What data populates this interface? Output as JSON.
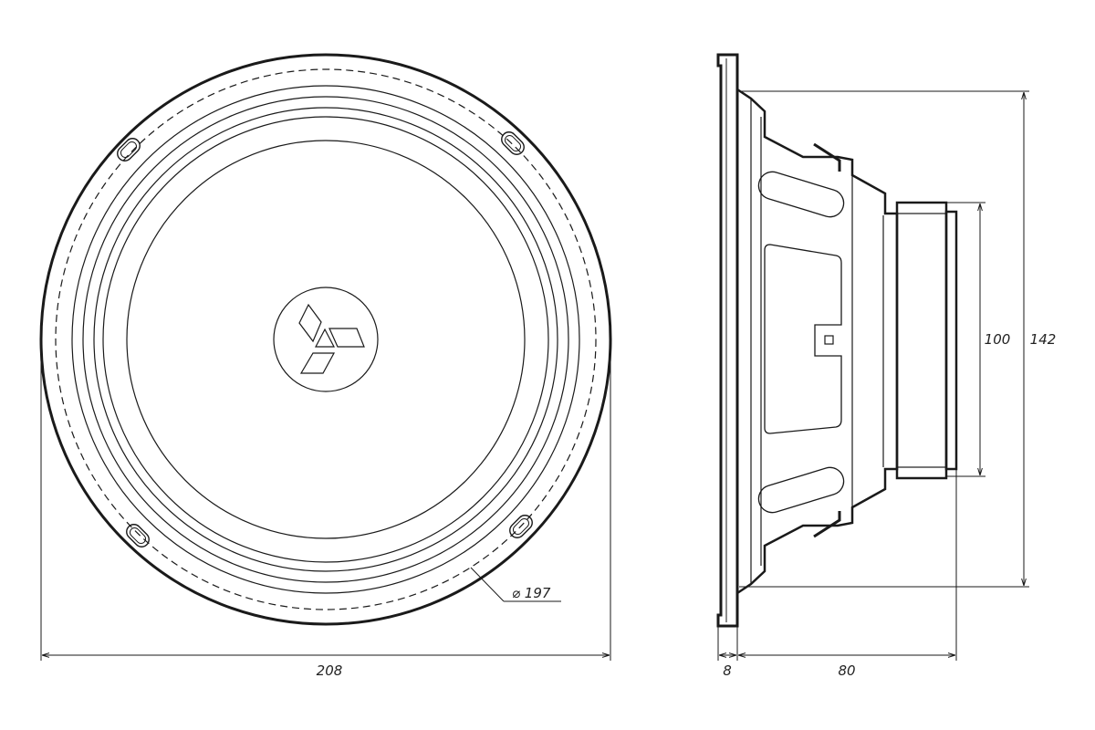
{
  "colors": {
    "line": "#1a1a1a",
    "background": "#ffffff"
  },
  "dimensions": {
    "cutout_diameter": "⌀ 197",
    "overall_width": "208",
    "flange_depth": "8",
    "mount_depth": "80",
    "magnet_diameter": "100",
    "overall_height": "142"
  },
  "icons": {
    "logo": "three-diamond-logo-icon"
  }
}
